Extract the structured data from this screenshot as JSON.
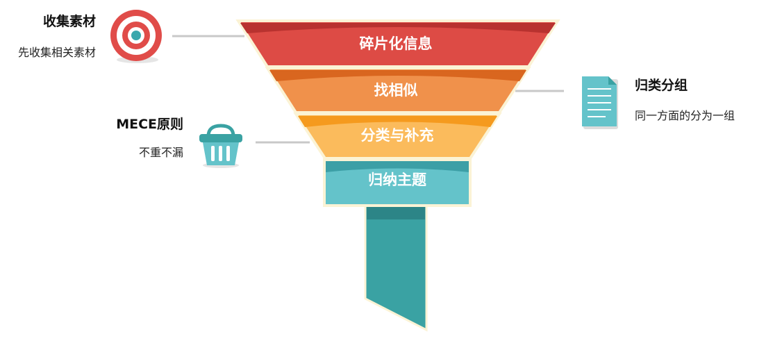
{
  "funnel": {
    "layers": [
      {
        "label": "碎片化信息",
        "color": "#dd4b45"
      },
      {
        "label": "找相似",
        "color": "#f0914b"
      },
      {
        "label": "分类与补充",
        "color": "#fbbb5c"
      },
      {
        "label": "归纳主题",
        "color": "#64c3ca"
      }
    ],
    "spout_color": "#3aa2a3"
  },
  "callouts": {
    "collect": {
      "title": "收集素材",
      "desc": "先收集相关素材",
      "icon": "target-icon"
    },
    "mece": {
      "title": "MECE原则",
      "desc": "不重不漏",
      "icon": "basket-icon"
    },
    "group": {
      "title": "归类分组",
      "desc": "同一方面的分为一组",
      "icon": "document-icon"
    }
  }
}
